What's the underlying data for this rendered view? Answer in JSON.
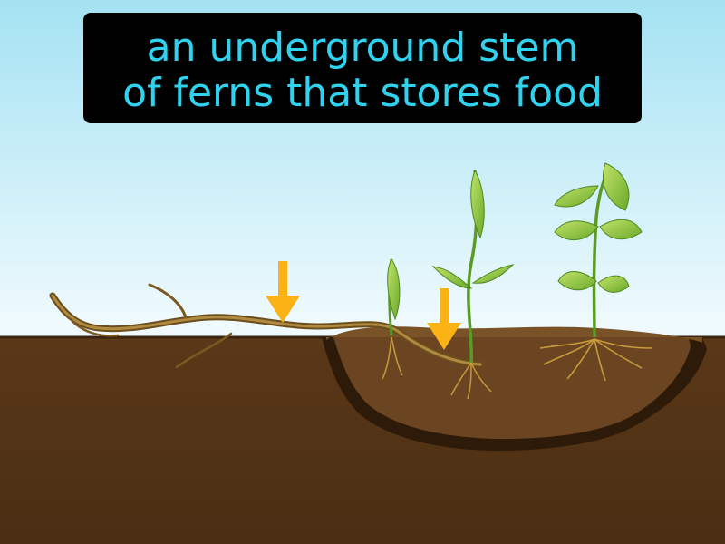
{
  "caption": {
    "line1": "an underground stem",
    "line2": "of ferns that stores food"
  },
  "illustration": {
    "subject": "rhizome-with-sprouting-shoots",
    "arrow_count": 2,
    "plants": [
      "seedling-small",
      "seedling-curved",
      "seedling-leafy"
    ]
  },
  "colors": {
    "caption_text": "#2fd3f0",
    "caption_background": "#000000",
    "sky_top": "#a4e2f2",
    "sky_bottom": "#f3fbfe",
    "soil": "#5a3818",
    "soil_dark": "#2d1a08",
    "rhizome": "#8a6a2a",
    "leaf": "#8bc53f",
    "arrow": "#fbb215"
  }
}
